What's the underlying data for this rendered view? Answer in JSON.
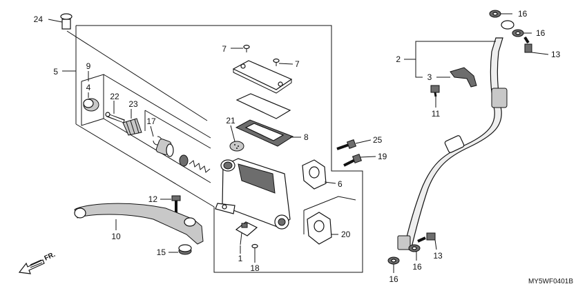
{
  "labels": {
    "l1": "1",
    "l2": "2",
    "l3": "3",
    "l4": "4",
    "l5": "5",
    "l6": "6",
    "l7a": "7",
    "l7b": "7",
    "l8": "8",
    "l9": "9",
    "l10": "10",
    "l11": "11",
    "l12": "12",
    "l13a": "13",
    "l13b": "13",
    "l15": "15",
    "l16a": "16",
    "l16b": "16",
    "l16c": "16",
    "l16d": "16",
    "l17": "17",
    "l18": "18",
    "l19": "19",
    "l20": "20",
    "l21": "21",
    "l22": "22",
    "l23": "23",
    "l24": "24",
    "l25": "25"
  },
  "direction": "FR.",
  "diagram_code": "MY5WF0401B"
}
